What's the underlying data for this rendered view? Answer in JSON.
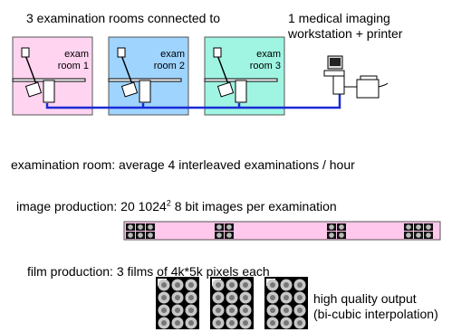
{
  "header": {
    "left": "3 examination rooms connected to",
    "right": "1 medical imaging\nworkstation + printer"
  },
  "rooms": [
    {
      "label": "exam\nroom 1",
      "color": "#ffd4f0"
    },
    {
      "label": "exam\nroom 2",
      "color": "#9fd4ff"
    },
    {
      "label": "exam\nroom 3",
      "color": "#9ff5e2"
    }
  ],
  "network_color": "#1a2bd6",
  "exam_rate": "examination room: average 4 interleaved examinations / hour",
  "image_production": {
    "text_before": "image production: 20 1024",
    "superscript": "2",
    "text_after": " 8 bit images per examination",
    "strip_color": "#ffc8ec"
  },
  "film_production": "film production: 3 films of 4k*5k pixels each",
  "output_note": {
    "line1": "high quality output",
    "line2": "(bi-cubic interpolation)"
  }
}
